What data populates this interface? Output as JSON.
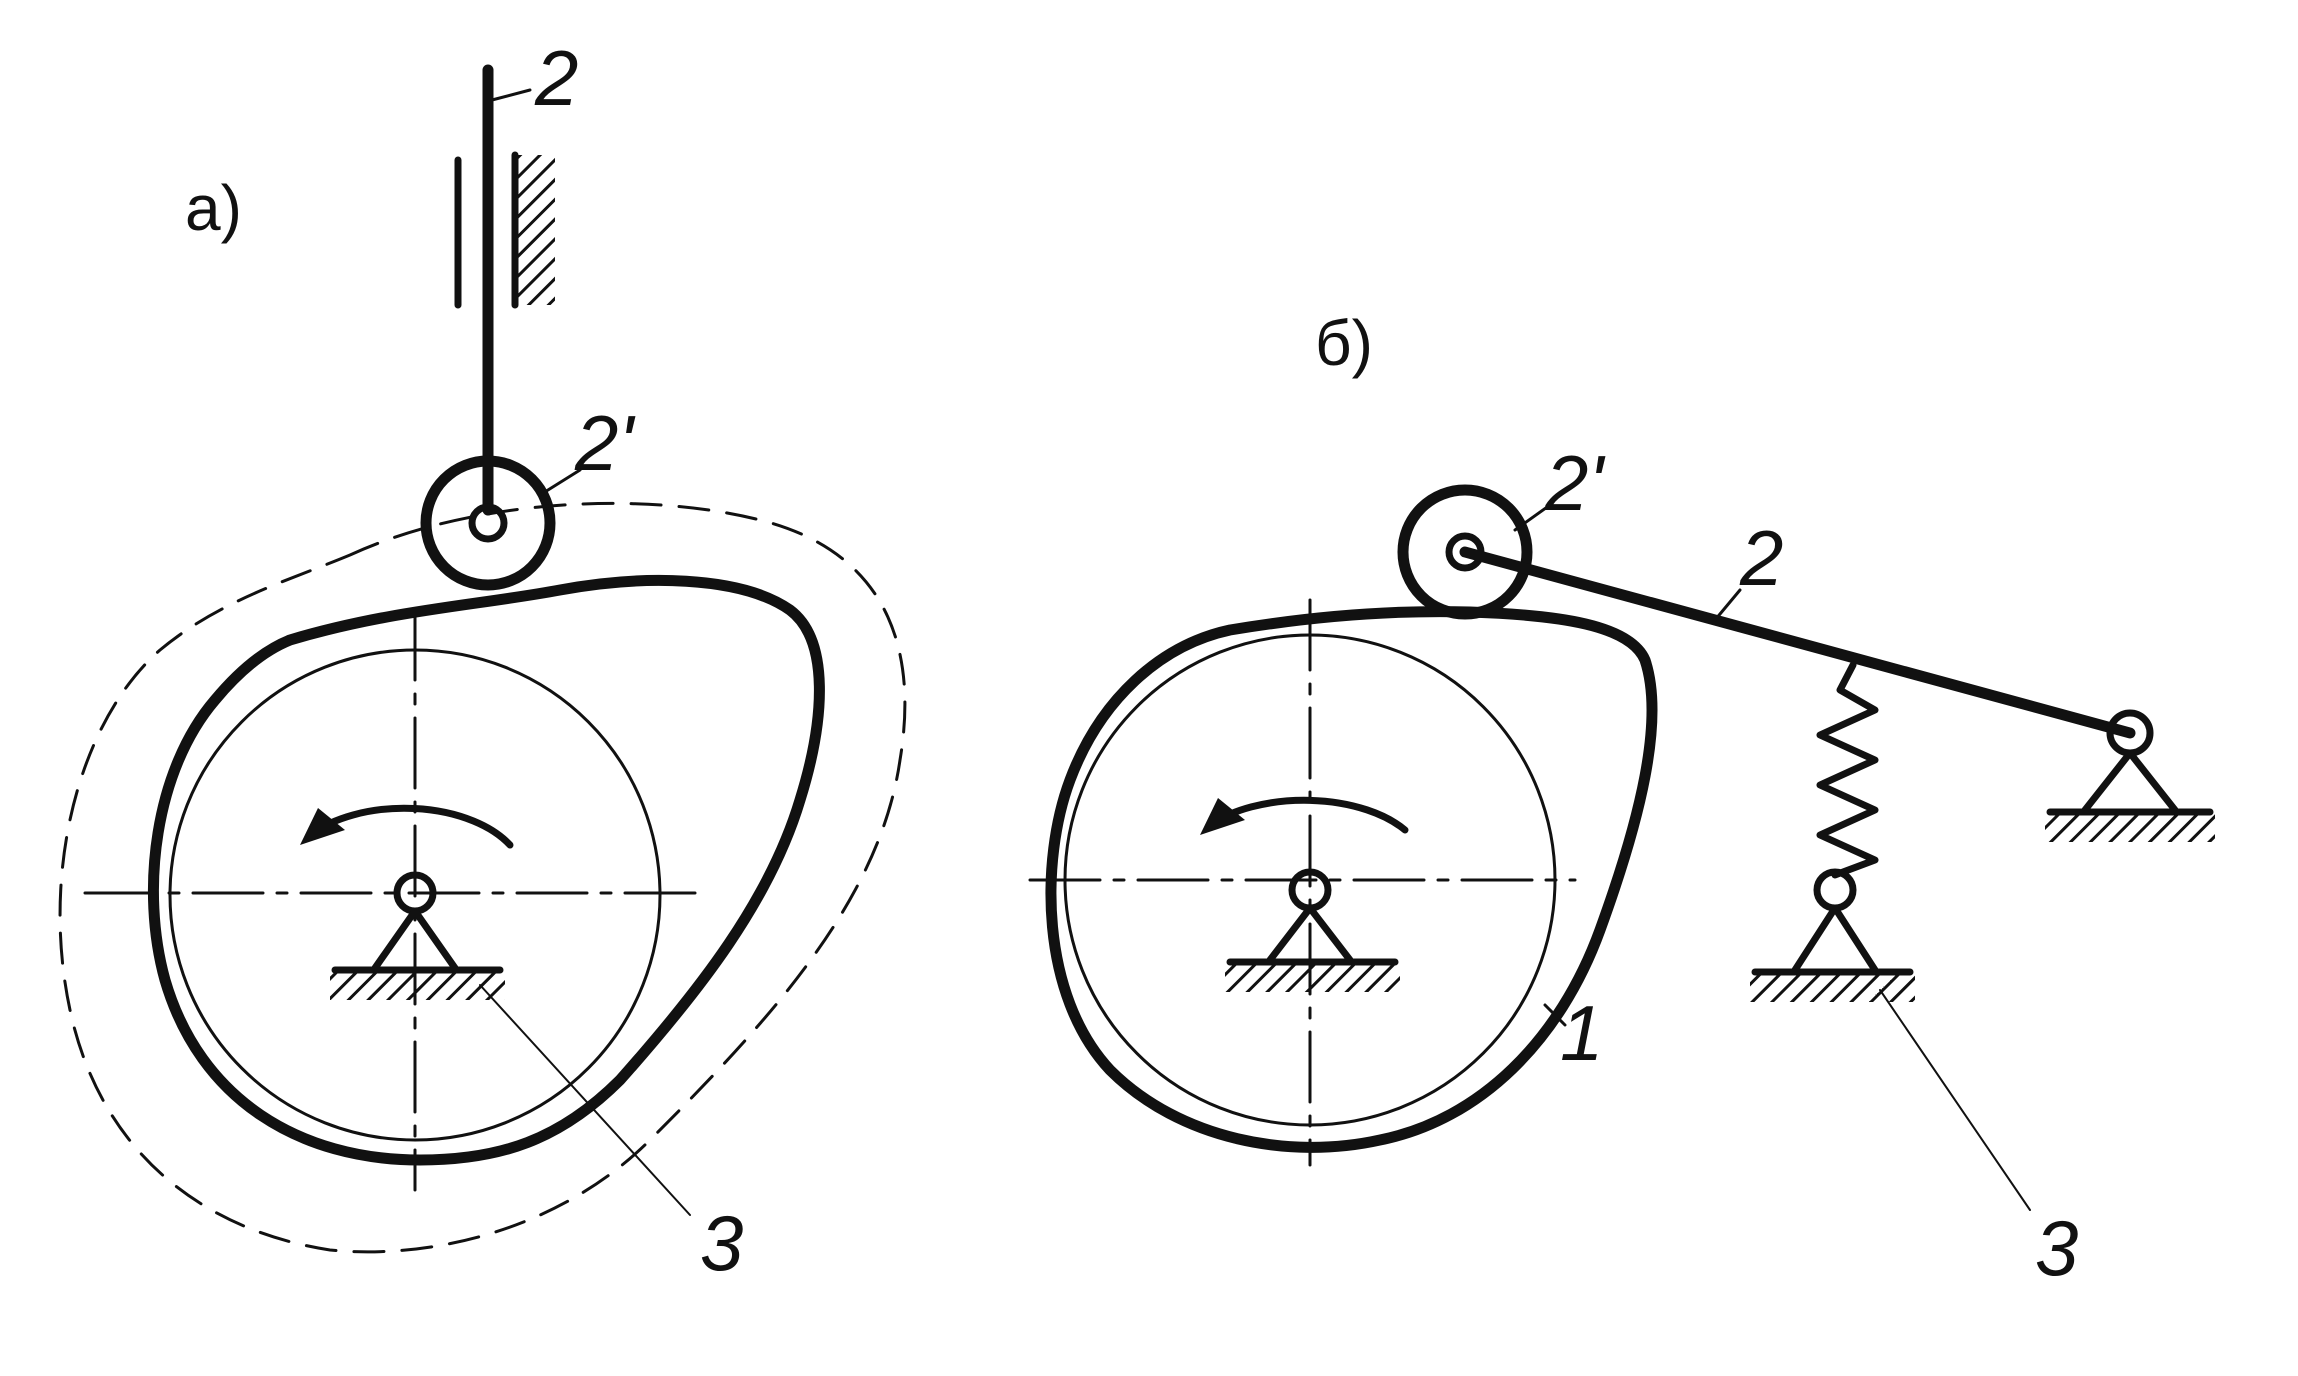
{
  "panels": {
    "a": {
      "label": "a)",
      "labels": {
        "follower": "2",
        "roller": "2'",
        "support": "3"
      }
    },
    "b": {
      "label": "б)",
      "labels": {
        "follower": "2",
        "roller": "2'",
        "cam": "1",
        "support": "3"
      }
    }
  }
}
